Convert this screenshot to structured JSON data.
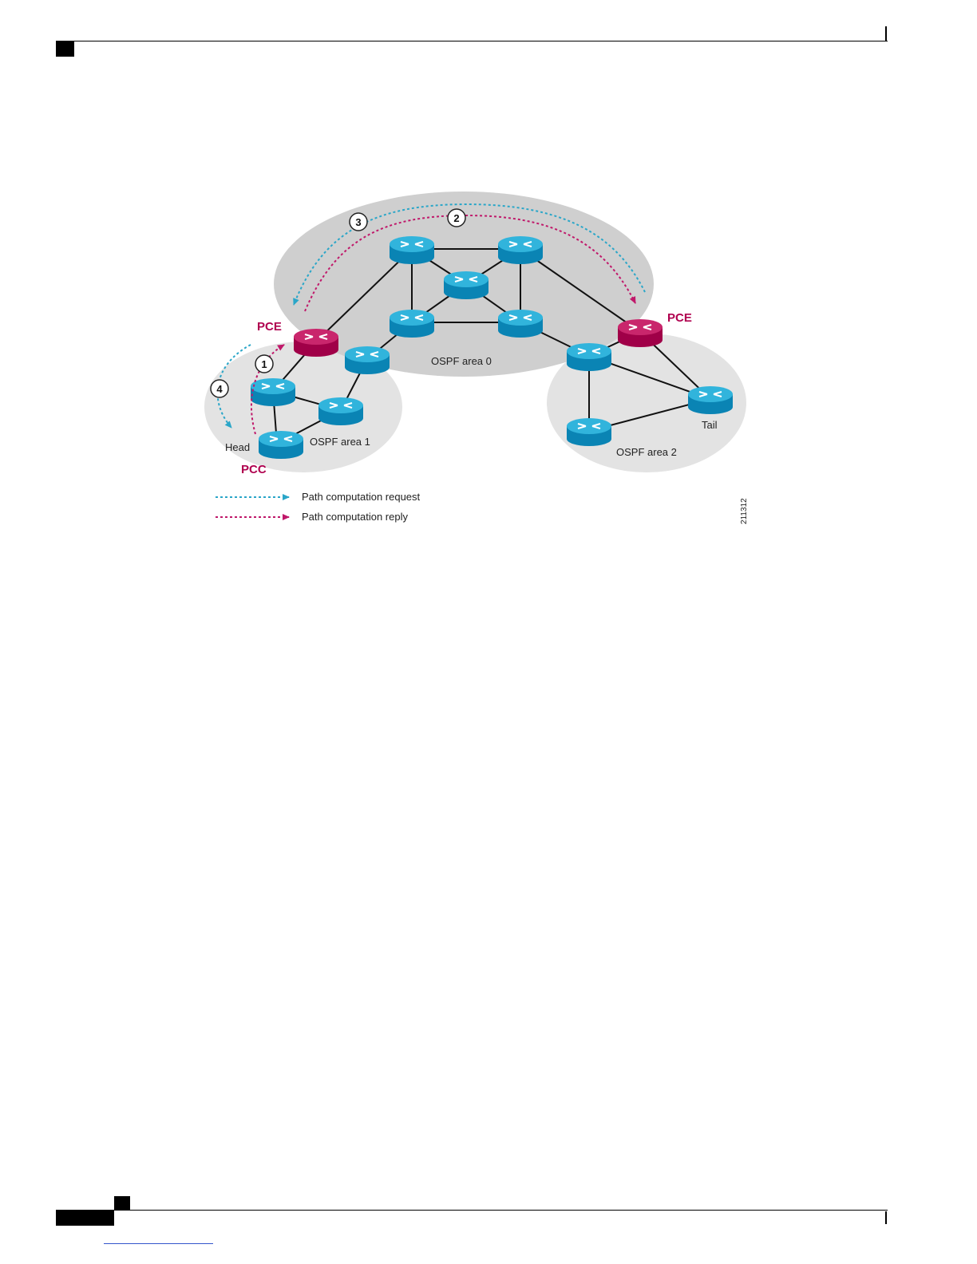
{
  "diagram": {
    "areas": {
      "area0": "OSPF area 0",
      "area1": "OSPF area 1",
      "area2": "OSPF area 2"
    },
    "nodes": {
      "pce_left": "PCE",
      "pce_right": "PCE",
      "head": "Head",
      "pcc": "PCC",
      "tail": "Tail"
    },
    "steps": [
      "1",
      "2",
      "3",
      "4"
    ],
    "legend": {
      "request": "Path computation request",
      "reply": "Path computation reply"
    },
    "figure_id": "211312"
  },
  "colors": {
    "router_blue": "#0a96c8",
    "router_blue_top": "#31b4dc",
    "pce_magenta": "#b0004f",
    "pce_magenta_top": "#c9266c",
    "request_line": "#2aa6c8",
    "reply_line": "#c0186a",
    "area0_fill": "#cfcfcf",
    "area_fill": "#e3e3e3",
    "label_magenta": "#b0004f"
  }
}
